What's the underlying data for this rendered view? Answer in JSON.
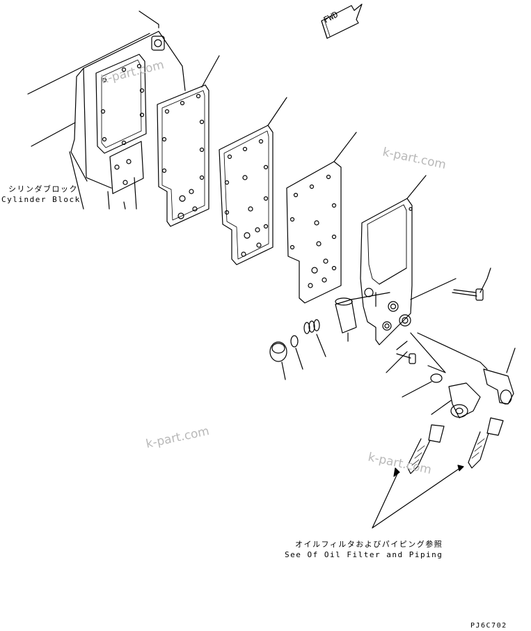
{
  "labels": {
    "cylinder_block_jp": "シリンダブロック",
    "cylinder_block_en": "Cylinder Block",
    "oil_filter_jp": "オイルフィルタおよびパイピング参照",
    "oil_filter_en": "See Of Oil Filter and Piping",
    "fwd": "FWD",
    "drawing_code": "PJ6C702"
  },
  "watermarks": [
    "k-part.com",
    "k-part.com",
    "k-part.com",
    "k-part.com"
  ],
  "colors": {
    "line": "#000000",
    "watermark": "#b8b8b8",
    "background": "#ffffff"
  }
}
